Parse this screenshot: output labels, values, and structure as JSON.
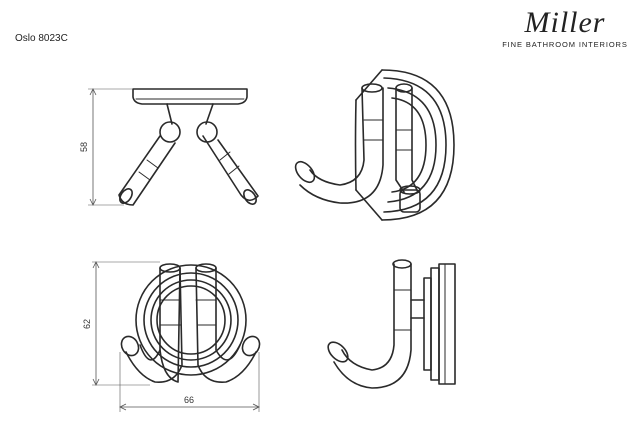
{
  "model_code": "Oslo 8023C",
  "brand": {
    "name": "Miller",
    "tagline": "FINE BATHROOM INTERIORS"
  },
  "dimensions": {
    "height_front": "58",
    "height_side": "62",
    "width": "66"
  }
}
